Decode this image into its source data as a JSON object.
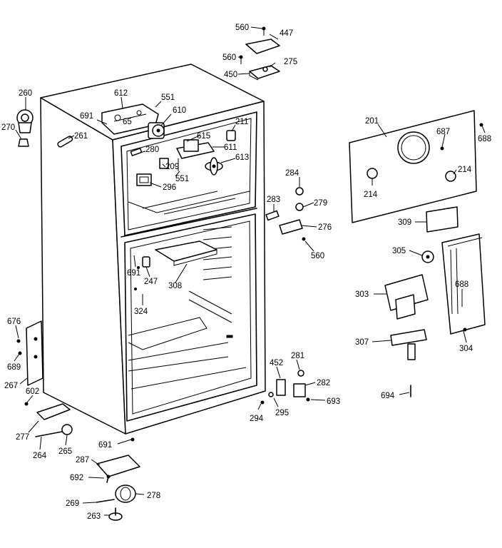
{
  "parts": [
    {
      "key": "p560a",
      "label": "560"
    },
    {
      "key": "p447",
      "label": "447"
    },
    {
      "key": "p560b",
      "label": "560"
    },
    {
      "key": "p275",
      "label": "275"
    },
    {
      "key": "p450",
      "label": "450"
    },
    {
      "key": "p260",
      "label": "260"
    },
    {
      "key": "p270",
      "label": "270"
    },
    {
      "key": "p261",
      "label": "261"
    },
    {
      "key": "p612",
      "label": "612"
    },
    {
      "key": "p551a",
      "label": "551"
    },
    {
      "key": "p691a",
      "label": "691"
    },
    {
      "key": "p65",
      "label": "65"
    },
    {
      "key": "p610",
      "label": "610"
    },
    {
      "key": "p615",
      "label": "615"
    },
    {
      "key": "p211",
      "label": "211"
    },
    {
      "key": "p280",
      "label": "280"
    },
    {
      "key": "p611",
      "label": "611"
    },
    {
      "key": "p209",
      "label": "209"
    },
    {
      "key": "p613",
      "label": "613"
    },
    {
      "key": "p551b",
      "label": "551"
    },
    {
      "key": "p296",
      "label": "296"
    },
    {
      "key": "p201",
      "label": "201"
    },
    {
      "key": "p687",
      "label": "687"
    },
    {
      "key": "p688a",
      "label": "688"
    },
    {
      "key": "p214a",
      "label": "214"
    },
    {
      "key": "p214b",
      "label": "214"
    },
    {
      "key": "p284",
      "label": "284"
    },
    {
      "key": "p283",
      "label": "283"
    },
    {
      "key": "p279",
      "label": "279"
    },
    {
      "key": "p276",
      "label": "276"
    },
    {
      "key": "p560c",
      "label": "560"
    },
    {
      "key": "p309",
      "label": "309"
    },
    {
      "key": "p305",
      "label": "305"
    },
    {
      "key": "p691b",
      "label": "691"
    },
    {
      "key": "p247",
      "label": "247"
    },
    {
      "key": "p308",
      "label": "308"
    },
    {
      "key": "p324",
      "label": "324"
    },
    {
      "key": "p303",
      "label": "303"
    },
    {
      "key": "p688b",
      "label": "688"
    },
    {
      "key": "p676",
      "label": "676"
    },
    {
      "key": "p689",
      "label": "689"
    },
    {
      "key": "p267",
      "label": "267"
    },
    {
      "key": "p602",
      "label": "602"
    },
    {
      "key": "p307",
      "label": "307"
    },
    {
      "key": "p304",
      "label": "304"
    },
    {
      "key": "p452",
      "label": "452"
    },
    {
      "key": "p281",
      "label": "281"
    },
    {
      "key": "p282",
      "label": "282"
    },
    {
      "key": "p693",
      "label": "693"
    },
    {
      "key": "p694",
      "label": "694"
    },
    {
      "key": "p294",
      "label": "294"
    },
    {
      "key": "p295",
      "label": "295"
    },
    {
      "key": "p277",
      "label": "277"
    },
    {
      "key": "p264",
      "label": "264"
    },
    {
      "key": "p265",
      "label": "265"
    },
    {
      "key": "p691c",
      "label": "691"
    },
    {
      "key": "p287",
      "label": "287"
    },
    {
      "key": "p692",
      "label": "692"
    },
    {
      "key": "p278",
      "label": "278"
    },
    {
      "key": "p269",
      "label": "269"
    },
    {
      "key": "p263",
      "label": "263"
    }
  ]
}
